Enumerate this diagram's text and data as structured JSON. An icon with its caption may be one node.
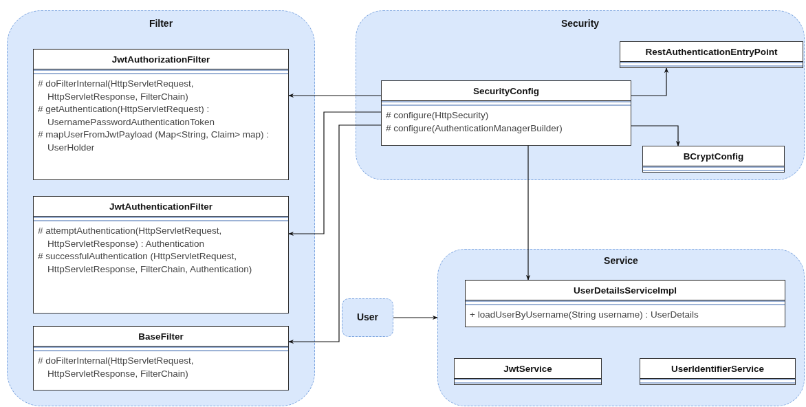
{
  "diagram": {
    "nodes": [
      {
        "text": [
          "Filter"
        ]
      },
      {
        "text": [
          "JwtAuthorizationFilter",
          "# doFilterInternal(HttpServletRequest, HttpServletResponse, FilterChain)",
          "# getAuthentication(HttpServletRequest) : UsernamePasswordAuthenticationToken",
          "# mapUserFromJwtPayload (Map<String, Claim> map) : UserHolder"
        ],
        "in": 0
      },
      {
        "text": [
          "JwtAuthenticationFilter",
          "# attemptAuthentication(HttpServletRequest, HttpServletResponse) : Authentication",
          "# successfulAuthentication (HttpServletRequest, HttpServletResponse, FilterChain, Authentication)"
        ],
        "in": 0
      },
      {
        "text": [
          "BaseFilter",
          "# doFilterInternal(HttpServletRequest, HttpServletResponse, FilterChain)"
        ],
        "in": 0
      },
      {
        "text": [
          "Security"
        ]
      },
      {
        "text": [
          "RestAuthenticationEntryPoint"
        ],
        "in": 4
      },
      {
        "text": [
          "SecurityConfig",
          "# configure(HttpSecurity)",
          "# configure(AuthenticationManagerBuilder)"
        ],
        "in": 4
      },
      {
        "text": [
          "BCryptConfig"
        ],
        "in": 4
      },
      {
        "text": [
          "User"
        ]
      },
      {
        "text": [
          "Service"
        ]
      },
      {
        "text": [
          "UserDetailsServiceImpl",
          "+ loadUserByUsername(String username) : UserDetails"
        ],
        "in": 9
      },
      {
        "text": [
          "JwtService"
        ],
        "in": 9
      },
      {
        "text": [
          "UserIdentifierService"
        ],
        "in": 9
      }
    ],
    "edges": [
      {
        "from": 6,
        "to": 1,
        "arrow": "to"
      },
      {
        "from": 6,
        "to": 2,
        "arrow": "to"
      },
      {
        "from": 6,
        "to": 3,
        "arrow": "to"
      },
      {
        "from": 6,
        "to": 5,
        "arrow": "to"
      },
      {
        "from": 6,
        "to": 7,
        "arrow": "to"
      },
      {
        "from": 6,
        "to": 10,
        "arrow": "to"
      },
      {
        "from": 8,
        "to": 9,
        "arrow": "to"
      }
    ]
  }
}
